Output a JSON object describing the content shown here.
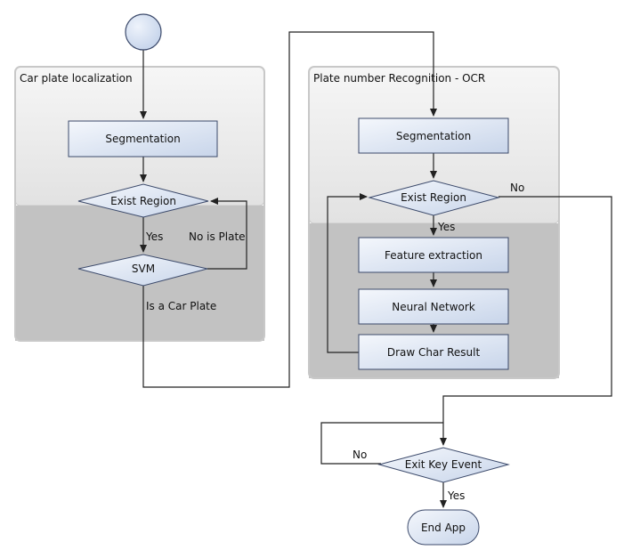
{
  "colors": {
    "lane_fill_top": "#ebebeb",
    "lane_fill_bottom": "#c2c2c2",
    "lane_border": "#c8c8c8",
    "node_fill_light": "#f4f7fc",
    "node_fill_dark": "#c8d5ea",
    "node_border": "#3c4a6b",
    "edge": "#222222"
  },
  "lanes": {
    "localization": {
      "title": "Car plate localization"
    },
    "ocr": {
      "title": "Plate number Recognition - OCR"
    }
  },
  "nodes": {
    "loc_segmentation": "Segmentation",
    "loc_exist_region": "Exist Region",
    "svm": "SVM",
    "ocr_segmentation": "Segmentation",
    "ocr_exist_region": "Exist Region",
    "feature_extraction": "Feature extraction",
    "neural_network": "Neural Network",
    "draw_char_result": "Draw Char Result",
    "exit_key_event": "Exit Key Event",
    "end_app": "End App"
  },
  "edge_labels": {
    "loc_yes": "Yes",
    "loc_no_is_plate": "No is Plate",
    "is_a_car_plate": "Is a Car Plate",
    "ocr_no": "No",
    "ocr_yes": "Yes",
    "exit_no": "No",
    "exit_yes": "Yes"
  }
}
